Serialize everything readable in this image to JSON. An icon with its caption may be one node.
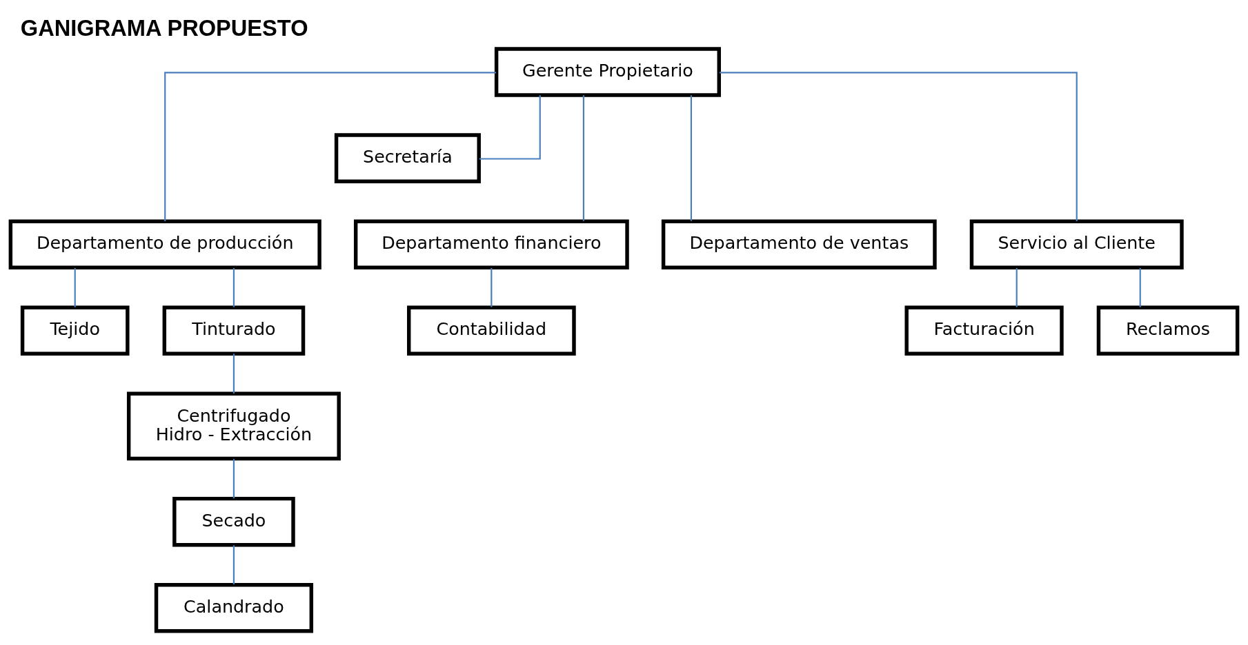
{
  "diagram": {
    "title": "GANIGRAMA PROPUESTO",
    "nodes": [
      {
        "text": [
          "Gerente Propietario"
        ]
      },
      {
        "text": [
          "Secretaría"
        ]
      },
      {
        "text": [
          "Departamento de producción"
        ]
      },
      {
        "text": [
          "Departamento financiero"
        ]
      },
      {
        "text": [
          "Departamento de ventas"
        ]
      },
      {
        "text": [
          "Servicio al Cliente"
        ]
      },
      {
        "text": [
          "Contabilidad"
        ]
      },
      {
        "text": [
          "Facturación"
        ]
      },
      {
        "text": [
          "Reclamos"
        ]
      },
      {
        "text": [
          "Tejido"
        ]
      },
      {
        "text": [
          "Tinturado"
        ]
      },
      {
        "text": [
          "Centrifugado",
          "Hidro - Extracción"
        ]
      },
      {
        "text": [
          "Secado"
        ]
      },
      {
        "text": [
          "Calandrado"
        ]
      }
    ],
    "edges": [
      {
        "from": 0,
        "to": 1,
        "arrow": "none"
      },
      {
        "from": 0,
        "to": 2,
        "arrow": "none"
      },
      {
        "from": 0,
        "to": 3,
        "arrow": "none"
      },
      {
        "from": 0,
        "to": 4,
        "arrow": "none"
      },
      {
        "from": 0,
        "to": 5,
        "arrow": "none"
      },
      {
        "from": 2,
        "to": 9,
        "arrow": "none"
      },
      {
        "from": 2,
        "to": 10,
        "arrow": "none"
      },
      {
        "from": 3,
        "to": 6,
        "arrow": "none"
      },
      {
        "from": 5,
        "to": 7,
        "arrow": "none"
      },
      {
        "from": 5,
        "to": 8,
        "arrow": "none"
      },
      {
        "from": 10,
        "to": 11,
        "arrow": "none"
      },
      {
        "from": 11,
        "to": 12,
        "arrow": "none"
      },
      {
        "from": 12,
        "to": 13,
        "arrow": "none"
      }
    ]
  }
}
